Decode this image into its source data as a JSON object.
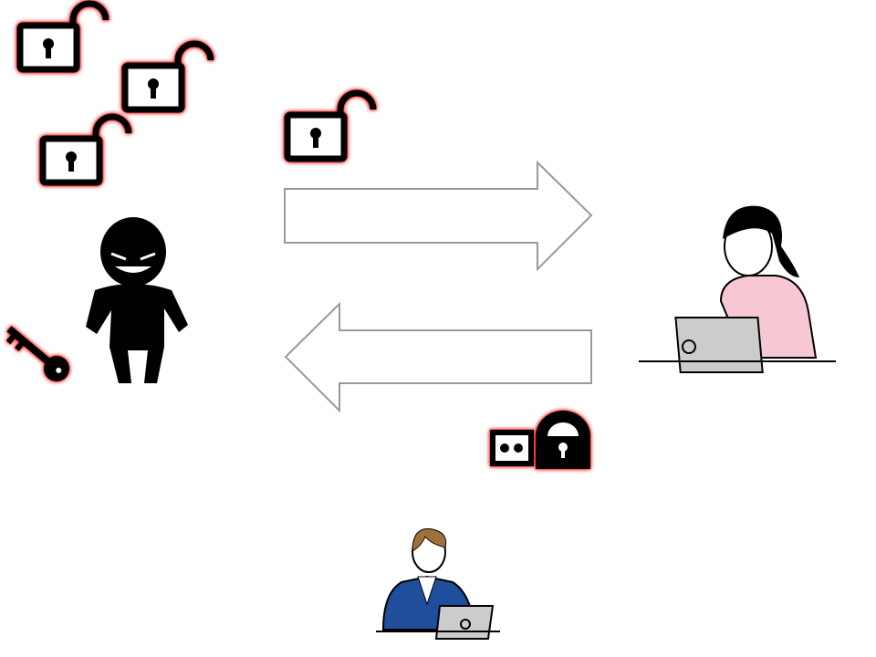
{
  "diagram": {
    "nodes": [
      {
        "id": "attacker",
        "icon": "burglar-icon"
      },
      {
        "id": "stolen-key",
        "icon": "key-icon"
      },
      {
        "id": "open-padlocks",
        "icon": "unlocked-padlock-icon",
        "count": 3
      },
      {
        "id": "sent-open-padlock",
        "icon": "unlocked-padlock-icon"
      },
      {
        "id": "receiver",
        "icon": "woman-with-laptop-icon"
      },
      {
        "id": "locked-message",
        "icon": "locked-box-padlock-icon"
      },
      {
        "id": "sender",
        "icon": "man-with-laptop-icon"
      }
    ],
    "edges": [
      {
        "from": "attacker",
        "to": "receiver",
        "direction": "right"
      },
      {
        "from": "receiver",
        "to": "attacker",
        "direction": "left"
      }
    ]
  },
  "colors": {
    "icon": "#000000",
    "glow": "#ff2a2a",
    "arrow_stroke": "#999999",
    "sweater": "#f7c7d3",
    "suit": "#1f4f9c",
    "laptop": "#cccccc"
  }
}
